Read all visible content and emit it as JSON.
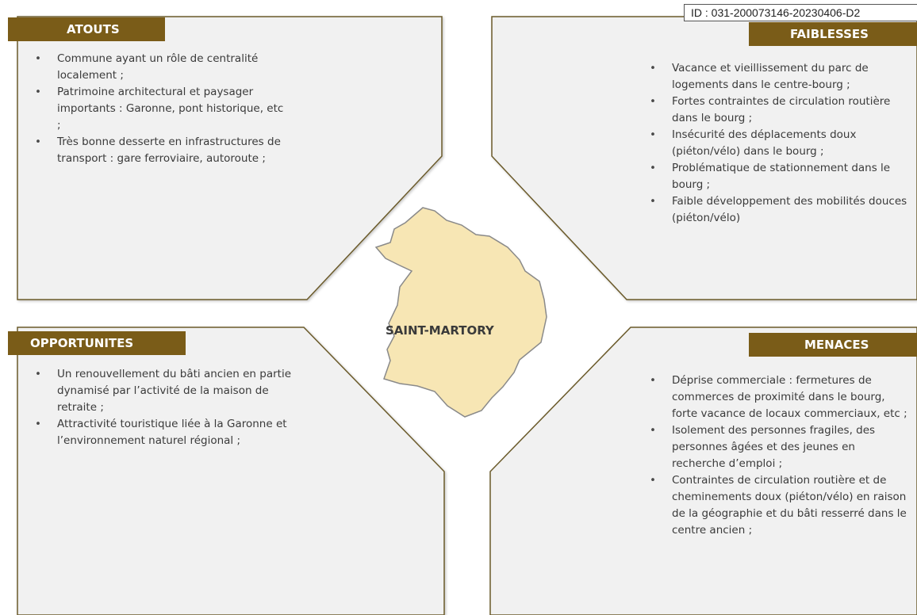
{
  "header": {
    "id_text": "ID : 031-200073146-20230406-D2"
  },
  "center": {
    "label": "SAINT-MARTORY"
  },
  "colors": {
    "accent": "#7a5c18",
    "map_fill": "#f7e6b4",
    "map_stroke": "#8a8a8a"
  },
  "atouts": {
    "title": "ATOUTS",
    "items": [
      "Commune ayant un rôle de centralité localement ;",
      "Patrimoine architectural et paysager importants : Garonne, pont historique, etc ;",
      "Très bonne desserte en infrastructures de transport : gare ferroviaire, autoroute ;"
    ]
  },
  "faiblesses": {
    "title": "FAIBLESSES",
    "items": [
      "Vacance et vieillissement du parc de logements dans le centre-bourg ;",
      "Fortes contraintes de circulation routière dans le bourg ;",
      "Insécurité des déplacements doux (piéton/vélo) dans le bourg ;",
      "Problématique de stationnement dans le bourg ;",
      "Faible développement des mobilités douces (piéton/vélo)"
    ]
  },
  "opportunites": {
    "title": "OPPORTUNITES",
    "items": [
      "Un renouvellement du bâti ancien en partie dynamisé par l’activité de la maison de retraite ;",
      "Attractivité touristique liée à la Garonne et l’environnement naturel régional ;"
    ]
  },
  "menaces": {
    "title": "MENACES",
    "items": [
      "Déprise commerciale : fermetures de commerces de proximité dans le bourg, forte vacance de locaux commerciaux, etc ;",
      "Isolement des personnes fragiles, des personnes âgées et des jeunes en recherche d’emploi ;",
      "Contraintes de circulation routière et de cheminements doux (piéton/vélo) en raison de la géographie et du bâti resserré dans le centre ancien ;"
    ]
  }
}
